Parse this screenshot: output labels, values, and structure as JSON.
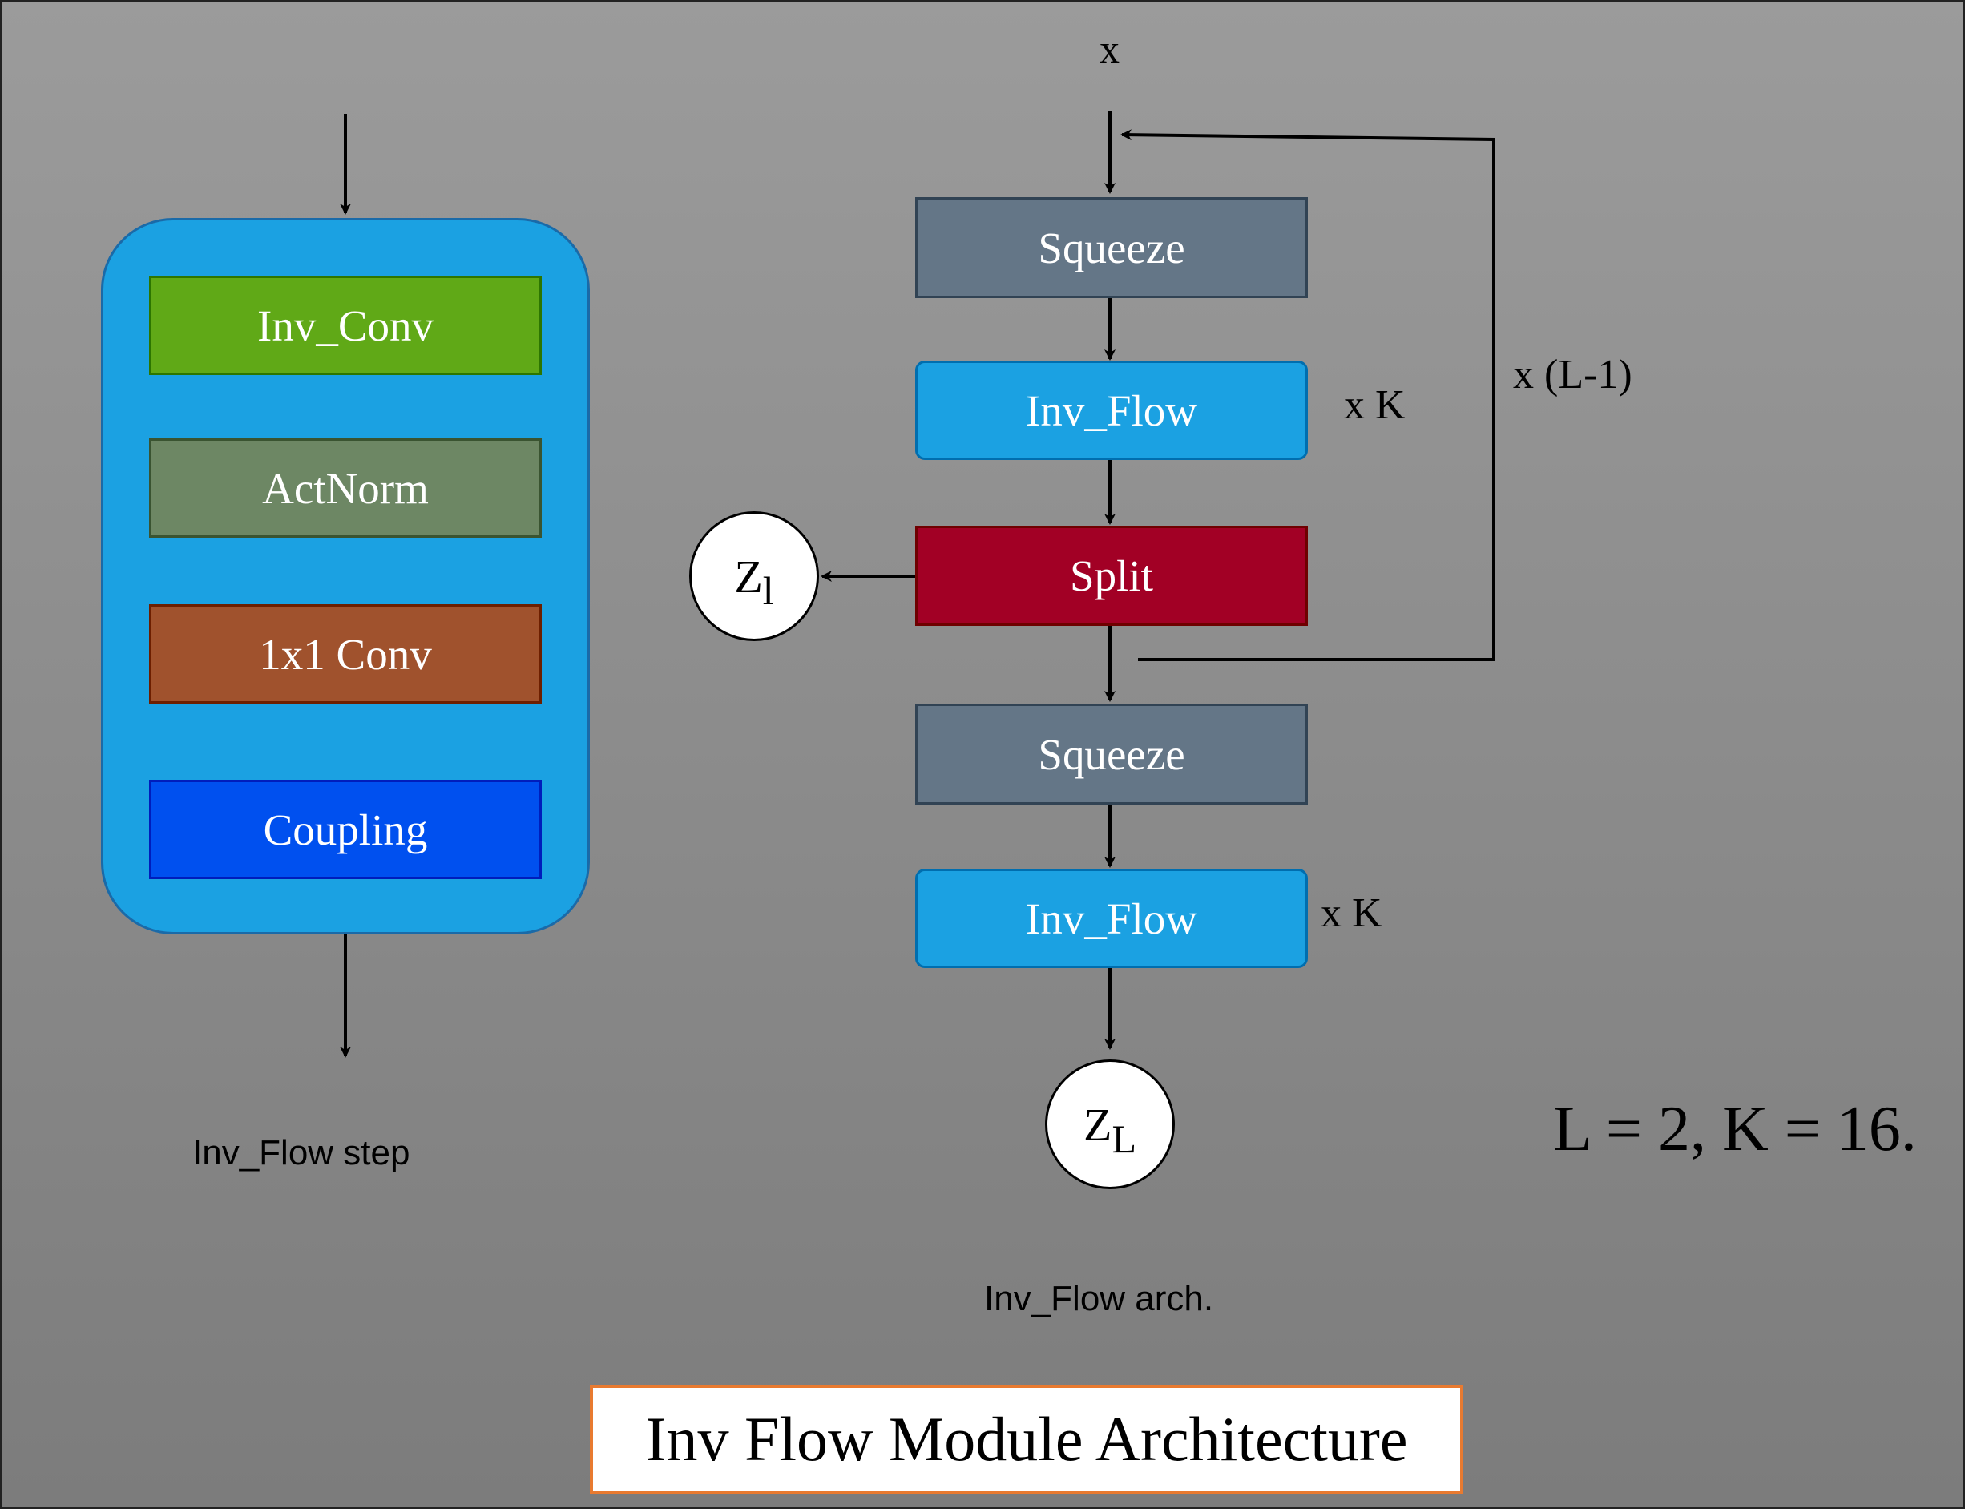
{
  "colors": {
    "container": "#1ba1e2",
    "inv_conv": "#60a917",
    "actnorm": "#6d8764",
    "conv1x1": "#a0522d",
    "coupling": "#0050ef",
    "squeeze": "#647687",
    "inv_flow": "#1ba1e2",
    "split": "#a20025"
  },
  "step": {
    "blocks": [
      "Inv_Conv",
      "ActNorm",
      "1x1 Conv",
      "Coupling"
    ],
    "caption": "Inv_Flow step"
  },
  "arch": {
    "input": "x",
    "squeeze_1": "Squeeze",
    "flow_1": "Inv_Flow",
    "flow_1_repeat": "x K",
    "split": "Split",
    "loop_label": "x (L-1)",
    "squeeze_2": "Squeeze",
    "flow_2": "Inv_Flow",
    "flow_2_repeat": "x K",
    "z_small": {
      "base": "Z",
      "sub": "l"
    },
    "z_large": {
      "base": "Z",
      "sub": "L"
    },
    "caption": "Inv_Flow arch."
  },
  "params": "L = 2, K = 16.",
  "title": "Inv Flow Module Architecture"
}
